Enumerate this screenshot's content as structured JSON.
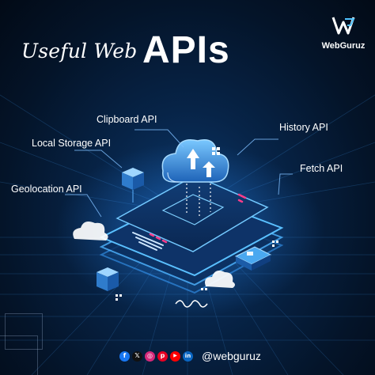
{
  "title": {
    "script": "Useful Web",
    "big": "APIs"
  },
  "brand": {
    "name": "WebGuruz"
  },
  "labels": {
    "clipboard": "Clipboard API",
    "history": "History API",
    "local_storage": "Local Storage API",
    "fetch": "Fetch API",
    "geolocation": "Geolocation API"
  },
  "footer": {
    "handle": "@webguruz",
    "social_icons": [
      {
        "name": "facebook",
        "glyph": "f",
        "color": "#1877f2"
      },
      {
        "name": "x",
        "glyph": "𝕏",
        "color": "#111111"
      },
      {
        "name": "instagram",
        "glyph": "◎",
        "color": "#d6297a"
      },
      {
        "name": "pinterest",
        "glyph": "p",
        "color": "#e60023"
      },
      {
        "name": "youtube",
        "glyph": "▶",
        "color": "#ff0000"
      },
      {
        "name": "linkedin",
        "glyph": "in",
        "color": "#0a66c2"
      }
    ]
  },
  "colors": {
    "accent_cyan": "#4fc3ff",
    "accent_pink": "#ff3d8a",
    "background": "#072448"
  }
}
